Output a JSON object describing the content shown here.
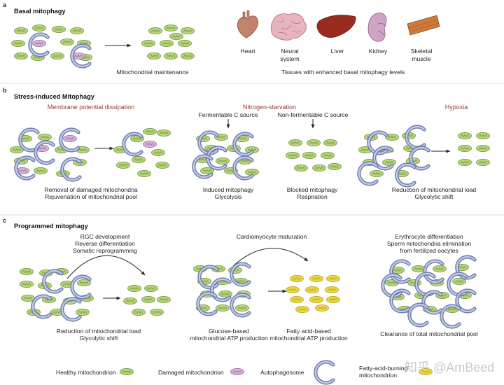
{
  "panel_a": {
    "letter": "a",
    "title": "Basal mitophagy",
    "caption_maintenance": "Mitochondrial maintenance",
    "organs": [
      "Heart",
      "Neural system",
      "Liver",
      "Kidney",
      "Skeletal muscle"
    ],
    "caption_tissues": "Tissues with enhanced basal mitophagy levels"
  },
  "panel_b": {
    "letter": "b",
    "title": "Stress-induced Mitophagy",
    "membrane_title": "Membrane potential dissipation",
    "membrane_caption": [
      "Removal of damaged mitochondria",
      "Rejuvenation of mitochondrial pool"
    ],
    "nitrogen_title": "Nitrogen-starvation",
    "fermentable": "Fermentable C source",
    "nonfermentable": "Non-fermentable C source",
    "induced_caption": [
      "Induced mitophagy",
      "Glycolysis"
    ],
    "blocked_caption": [
      "Blocked mitophagy",
      "Respiration"
    ],
    "hypoxia_title": "Hypoxia",
    "hypoxia_caption": [
      "Reduction of mitochondrial load",
      "Glycolytic shift"
    ]
  },
  "panel_c": {
    "letter": "c",
    "title": "Programmed mitophagy",
    "rgc_lines": [
      "RGC development",
      "Reverse differentiation",
      "Somatic reprogramming"
    ],
    "rgc_caption": [
      "Reduction of mitochondrial load",
      "Glycolytic shift"
    ],
    "cardio_title": "Cardiomyocyte maturation",
    "glucose_caption": [
      "Glucose-based",
      "mitochondrial ATP production"
    ],
    "fatty_caption": [
      "Fatty acid-based",
      "mitochondrial ATP production"
    ],
    "erythro_lines": [
      "Erythrocyte differentiation",
      "Sperm mitochondria elimination",
      "from fertilized oocytes"
    ],
    "erythro_caption": "Clearance of total mitochondrial pool"
  },
  "legend": {
    "healthy": "Healthy mitochondrion",
    "damaged": "Damaged mitochondrion",
    "autophagosome": "Autophagosome",
    "fatty": [
      "Fatty-acid-burning",
      "mitochondrion"
    ]
  },
  "watermark": "知乎 @AmBeed",
  "colors": {
    "healthy_fill": "#b7d77a",
    "healthy_stroke": "#6d8f3c",
    "damaged_fill": "#d8b5d8",
    "damaged_stroke": "#94679a",
    "autophagosome_outer": "#6f7fb0",
    "autophagosome_inner": "#c5cde8",
    "fatty_fill": "#ecd944",
    "fatty_stroke": "#b59e1a",
    "heading_red": "#9b3b35"
  }
}
